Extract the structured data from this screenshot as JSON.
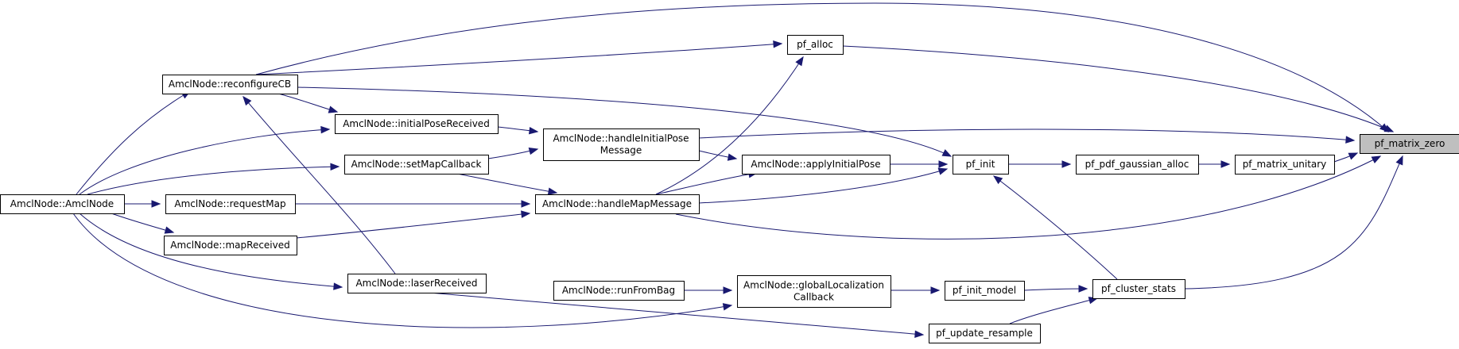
{
  "graph": {
    "nodes": {
      "pf_matrix_zero": {
        "label": [
          "pf_matrix_zero"
        ],
        "highlight": true
      },
      "pf_alloc": {
        "label": [
          "pf_alloc"
        ]
      },
      "reconfigureCB": {
        "label": [
          "AmclNode::reconfigureCB"
        ]
      },
      "initialPoseReceived": {
        "label": [
          "AmclNode::initialPoseReceived"
        ]
      },
      "handleInitialPoseMessage": {
        "label": [
          "AmclNode::handleInitialPose",
          "Message"
        ]
      },
      "setMapCallback": {
        "label": [
          "AmclNode::setMapCallback"
        ]
      },
      "applyInitialPose": {
        "label": [
          "AmclNode::applyInitialPose"
        ]
      },
      "pf_init": {
        "label": [
          "pf_init"
        ]
      },
      "pf_pdf_gaussian_alloc": {
        "label": [
          "pf_pdf_gaussian_alloc"
        ]
      },
      "pf_matrix_unitary": {
        "label": [
          "pf_matrix_unitary"
        ]
      },
      "AmclNode": {
        "label": [
          "AmclNode::AmclNode"
        ]
      },
      "requestMap": {
        "label": [
          "AmclNode::requestMap"
        ]
      },
      "handleMapMessage": {
        "label": [
          "AmclNode::handleMapMessage"
        ]
      },
      "mapReceived": {
        "label": [
          "AmclNode::mapReceived"
        ]
      },
      "laserReceived": {
        "label": [
          "AmclNode::laserReceived"
        ]
      },
      "runFromBag": {
        "label": [
          "AmclNode::runFromBag"
        ]
      },
      "globalLocalizationCallback": {
        "label": [
          "AmclNode::globalLocalization",
          "Callback"
        ]
      },
      "pf_init_model": {
        "label": [
          "pf_init_model"
        ]
      },
      "pf_cluster_stats": {
        "label": [
          "pf_cluster_stats"
        ]
      },
      "pf_update_resample": {
        "label": [
          "pf_update_resample"
        ]
      }
    },
    "edges": [
      {
        "from": "reconfigureCB",
        "to": "pf_matrix_zero"
      },
      {
        "from": "pf_alloc",
        "to": "pf_matrix_zero"
      },
      {
        "from": "reconfigureCB",
        "to": "pf_alloc"
      },
      {
        "from": "handleMapMessage",
        "to": "pf_alloc"
      },
      {
        "from": "handleInitialPoseMessage",
        "to": "pf_matrix_zero"
      },
      {
        "from": "pf_init",
        "to": "pf_pdf_gaussian_alloc"
      },
      {
        "from": "pf_pdf_gaussian_alloc",
        "to": "pf_matrix_unitary"
      },
      {
        "from": "pf_matrix_unitary",
        "to": "pf_matrix_zero"
      },
      {
        "from": "handleMapMessage",
        "to": "pf_matrix_zero"
      },
      {
        "from": "pf_cluster_stats",
        "to": "pf_matrix_zero"
      },
      {
        "from": "reconfigureCB",
        "to": "pf_init"
      },
      {
        "from": "applyInitialPose",
        "to": "pf_init"
      },
      {
        "from": "handleMapMessage",
        "to": "pf_init"
      },
      {
        "from": "handleInitialPoseMessage",
        "to": "applyInitialPose"
      },
      {
        "from": "handleMapMessage",
        "to": "applyInitialPose"
      },
      {
        "from": "initialPoseReceived",
        "to": "handleInitialPoseMessage"
      },
      {
        "from": "setMapCallback",
        "to": "handleInitialPoseMessage"
      },
      {
        "from": "reconfigureCB",
        "to": "initialPoseReceived"
      },
      {
        "from": "setMapCallback",
        "to": "handleMapMessage"
      },
      {
        "from": "requestMap",
        "to": "handleMapMessage"
      },
      {
        "from": "mapReceived",
        "to": "handleMapMessage"
      },
      {
        "from": "AmclNode",
        "to": "reconfigureCB"
      },
      {
        "from": "AmclNode",
        "to": "initialPoseReceived"
      },
      {
        "from": "AmclNode",
        "to": "setMapCallback"
      },
      {
        "from": "AmclNode",
        "to": "requestMap"
      },
      {
        "from": "AmclNode",
        "to": "mapReceived"
      },
      {
        "from": "AmclNode",
        "to": "laserReceived"
      },
      {
        "from": "AmclNode",
        "to": "globalLocalizationCallback"
      },
      {
        "from": "laserReceived",
        "to": "reconfigureCB"
      },
      {
        "from": "laserReceived",
        "to": "pf_update_resample"
      },
      {
        "from": "runFromBag",
        "to": "globalLocalizationCallback"
      },
      {
        "from": "globalLocalizationCallback",
        "to": "pf_init_model"
      },
      {
        "from": "pf_init_model",
        "to": "pf_cluster_stats"
      },
      {
        "from": "pf_update_resample",
        "to": "pf_cluster_stats"
      },
      {
        "from": "pf_cluster_stats",
        "to": "pf_init"
      }
    ]
  },
  "colors": {
    "edge": "#191970",
    "node_border": "#000000",
    "node_fill": "#ffffff",
    "highlight_fill": "#bfbfbf",
    "background": "#ffffff"
  }
}
